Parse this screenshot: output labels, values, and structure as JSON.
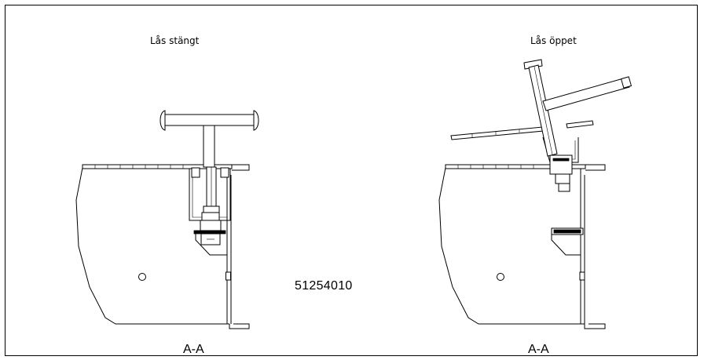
{
  "labels": {
    "left_title": "Lås stängt",
    "right_title": "Lås öppet",
    "part_number": "51254010",
    "left_section": "A-A",
    "right_section": "A-A"
  },
  "colors": {
    "line": "#000000",
    "background": "#ffffff"
  }
}
